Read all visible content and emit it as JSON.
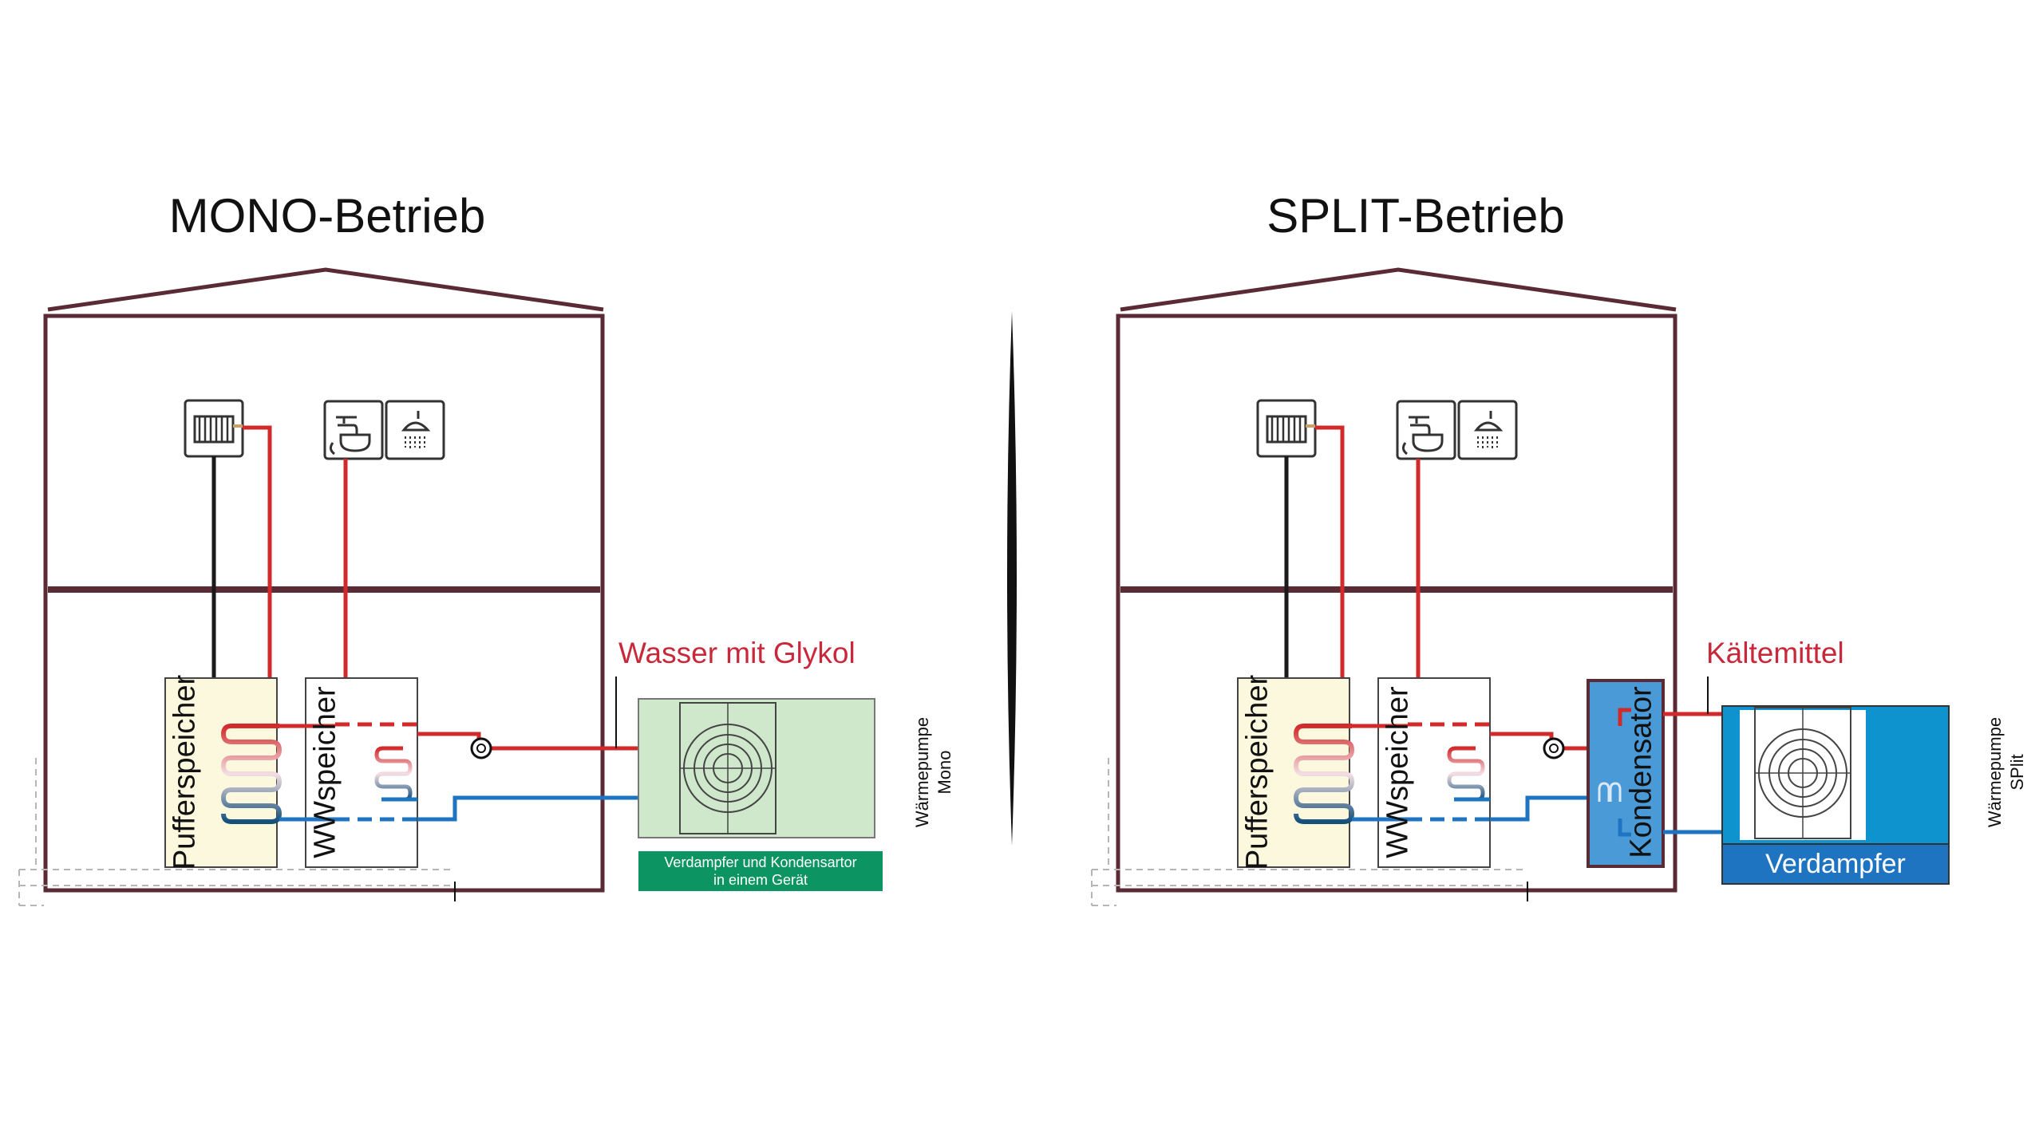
{
  "panels": {
    "mono": {
      "title": "MONO-Betrieb",
      "medium_label": "Wasser mit Glykol",
      "buffer_label": "Pufferspeicher",
      "dhw_label": "WWspeicher",
      "pump_label_line1": "Wärmepumpe",
      "pump_label_line2": "Mono",
      "unit_caption_line1": "Verdampfer und Kondensartor",
      "unit_caption_line2": "in einem Gerät"
    },
    "split": {
      "title": "SPLIT-Betrieb",
      "medium_label": "Kältemittel",
      "buffer_label": "Pufferspeicher",
      "dhw_label": "WWspeicher",
      "condenser_label": "Kondensator",
      "evaporator_label": "Verdampfer",
      "pump_label_line1": "Wärmepumpe",
      "pump_label_line2": "SPlit"
    }
  },
  "colors": {
    "house_outline": "#5a2a35",
    "hot_pipe": "#d22a2a",
    "cold_pipe": "#1e74c0",
    "return_pipe": "#1a1a1a",
    "buffer_fill": "#fbf8dd",
    "mono_unit_fill": "#cfe8cc",
    "mono_caption_fill": "#0d9463",
    "split_unit_fill": "#0e93cf",
    "split_evaporator_fill": "#1e74c0",
    "condenser_fill": "#4a9ad8"
  },
  "icons": [
    "radiator-icon",
    "sink-faucet-icon",
    "shower-icon",
    "fan-icon",
    "pump-circle-icon"
  ]
}
